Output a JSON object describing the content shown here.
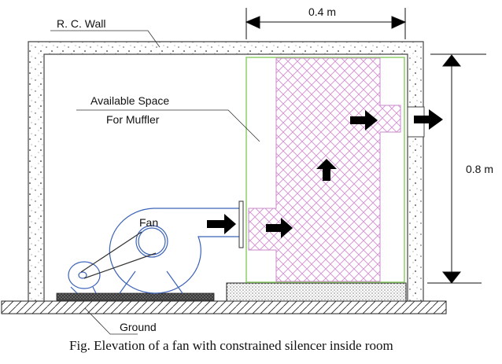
{
  "labels": {
    "wall": "R. C. Wall",
    "space_line1": "Available  Space",
    "space_line2": "For  Muffler",
    "fan": "Fan",
    "ground": "Ground",
    "width_dim": "0.4 m",
    "height_dim": "0.8 m"
  },
  "caption": "Fig. Elevation of a fan with constrained silencer inside room",
  "colors": {
    "muffler_hatch": "#d59ad5",
    "space_border": "#8fcf6a",
    "fan_outline": "#3c63b8",
    "wall_outline": "#444444"
  }
}
